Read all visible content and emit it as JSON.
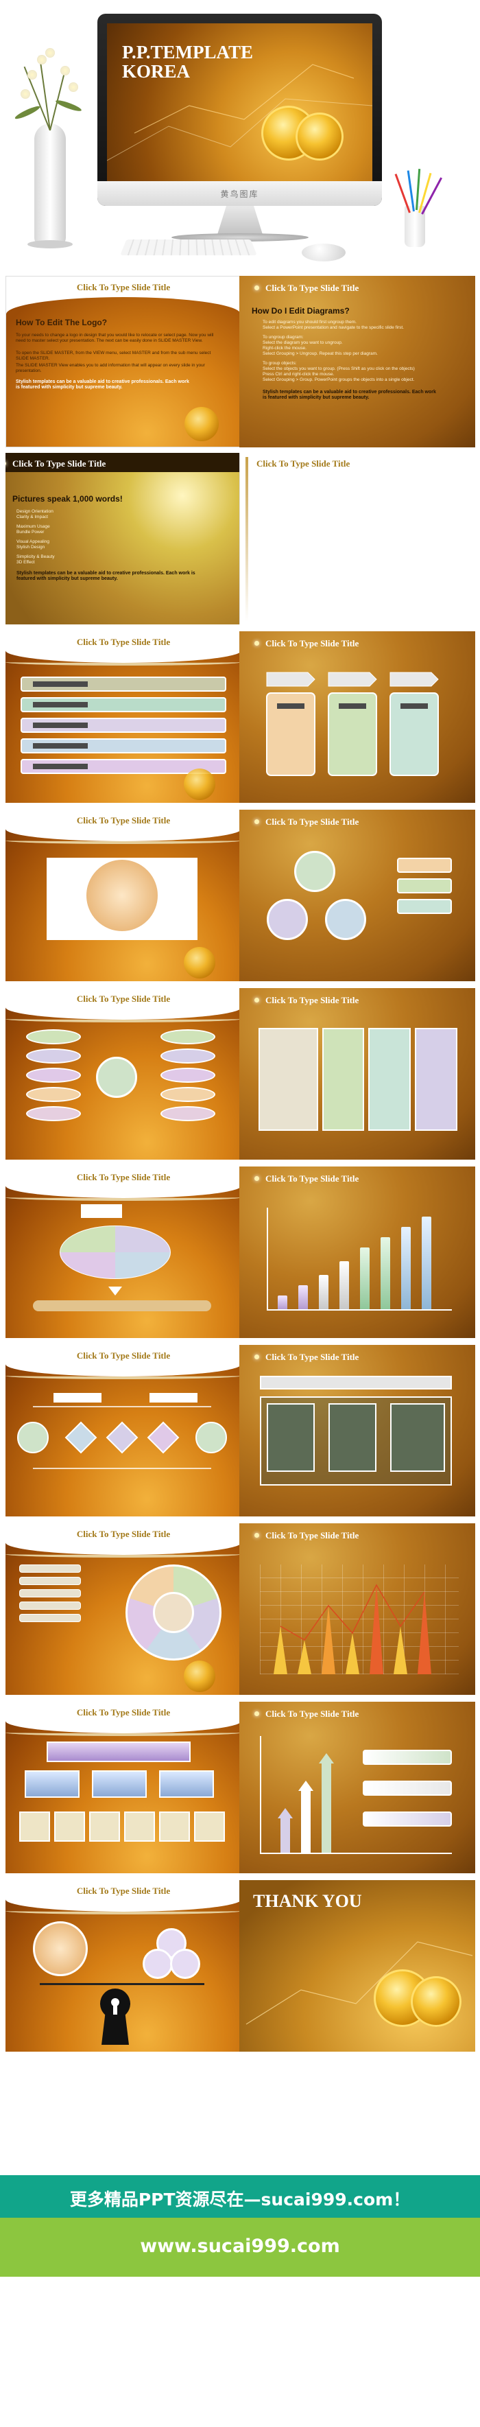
{
  "hero": {
    "screen_title_line1": "P.P.TEMPLATE",
    "screen_title_line2": "KOREA",
    "chin_text": "黄鸟图库"
  },
  "slides": [
    {
      "title": "Click To Type Slide Title",
      "heading": "How To Edit The Logo?",
      "body": [
        "To your needs to change a logo in design that you would like to relocate or select page. Now you will need to master select your presentation. The next can be easily done in SLIDE MASTER View.",
        "To open the SLIDE MASTER, from the VIEW menu, select MASTER and from the sub menu select SLIDE MASTER.",
        "The SLIDE MASTER View enables you to add information that will appear on every slide in your presentation."
      ],
      "emphasis": "Stylish templates can be a valuable aid to creative professionals. Each work is featured with simplicity but supreme beauty."
    },
    {
      "title": "Click To Type Slide Title",
      "heading": "How Do I Edit Diagrams?",
      "body": [
        "To edit diagrams you should first ungroup them.",
        "Select a PowerPoint presentation and navigate to the specific slide first.",
        "To ungroup diagram:",
        "Select the diagram you want to ungroup.",
        "Right-click the mouse.",
        "Select Grouping > Ungroup. Repeat this step per diagram.",
        "To group objects:",
        "Select the objects you want to group. (Press Shift as you click on the objects)",
        "Press Ctrl and right-click the mouse.",
        "Select Grouping > Group. PowerPoint groups the objects into a single object."
      ],
      "emphasis": "Stylish templates can be a valuable aid to creative professionals. Each work is featured with simplicity but supreme beauty."
    },
    {
      "title": "Click To Type Slide Title",
      "heading": "Pictures speak 1,000 words!",
      "list": [
        "Design Orientation",
        "Clarity & Impact",
        "Maximum Usage",
        "Bundle Power",
        "Visual Appealing",
        "Stylish Design",
        "Simplicity & Beauty",
        "3D Effect"
      ],
      "emphasis": "Stylish templates can be a valuable aid to creative professionals. Each work is featured with simplicity but supreme beauty."
    },
    {
      "title": "Click To Type Slide Title"
    },
    {
      "title": "Click To Type Slide Title"
    },
    {
      "title": "Click To Type Slide Title"
    },
    {
      "title": "Click To Type Slide Title"
    },
    {
      "title": "Click To Type Slide Title"
    },
    {
      "title": "Click To Type Slide Title"
    },
    {
      "title": "Click To Type Slide Title"
    },
    {
      "title": "Click To Type Slide Title"
    },
    {
      "title": "Click To Type Slide Title"
    },
    {
      "title": "Click To Type Slide Title"
    },
    {
      "title": "Click To Type Slide Title"
    },
    {
      "title": "Click To Type Slide Title"
    },
    {
      "title": "Click To Type Slide Title"
    },
    {
      "title": "Click To Type Slide Title"
    },
    {
      "title": "Click To Type Slide Title"
    },
    {
      "title": "Click To Type Slide Title"
    },
    {
      "title": "Click To Type Slide Title"
    },
    {
      "title": "Click To Type Slide Title"
    },
    {
      "title": "THANK YOU"
    }
  ],
  "footer": {
    "line1": "更多精品PPT资源尽在—sucai999.com！",
    "line2": "www.sucai999.com"
  },
  "colors": {
    "teal": "#11a58a",
    "lime": "#8cc63f",
    "title_gold": "#a37a1a"
  }
}
